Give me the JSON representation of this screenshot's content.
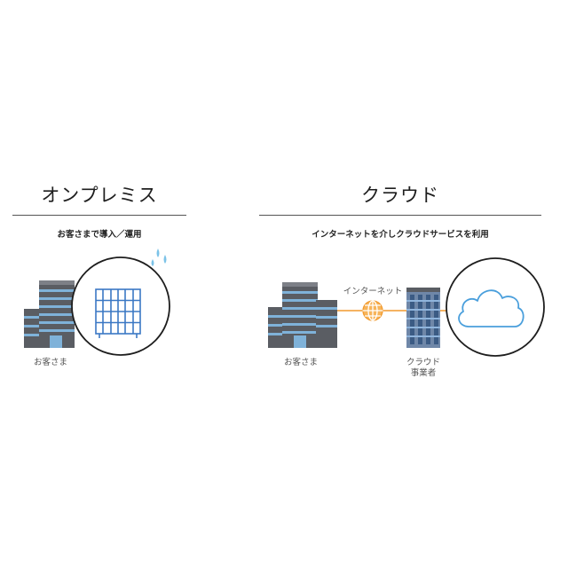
{
  "onprem": {
    "title": "オンプレミス",
    "subtitle": "お客さまで導入／運用",
    "customer_label": "お客さま"
  },
  "cloud": {
    "title": "クラウド",
    "subtitle": "インターネットを介しクラウドサービスを利用",
    "internet_label": "インターネット",
    "customer_label": "お客さま",
    "provider_label_line1": "クラウド",
    "provider_label_line2": "事業者"
  },
  "colors": {
    "building_dark": "#5a5d63",
    "window_blue": "#7fb2d9",
    "server_blue": "#3b78c4",
    "cloud_blue": "#4a9fdc",
    "accent_orange": "#f29a2e",
    "splash_blue": "#7cc3e8"
  }
}
